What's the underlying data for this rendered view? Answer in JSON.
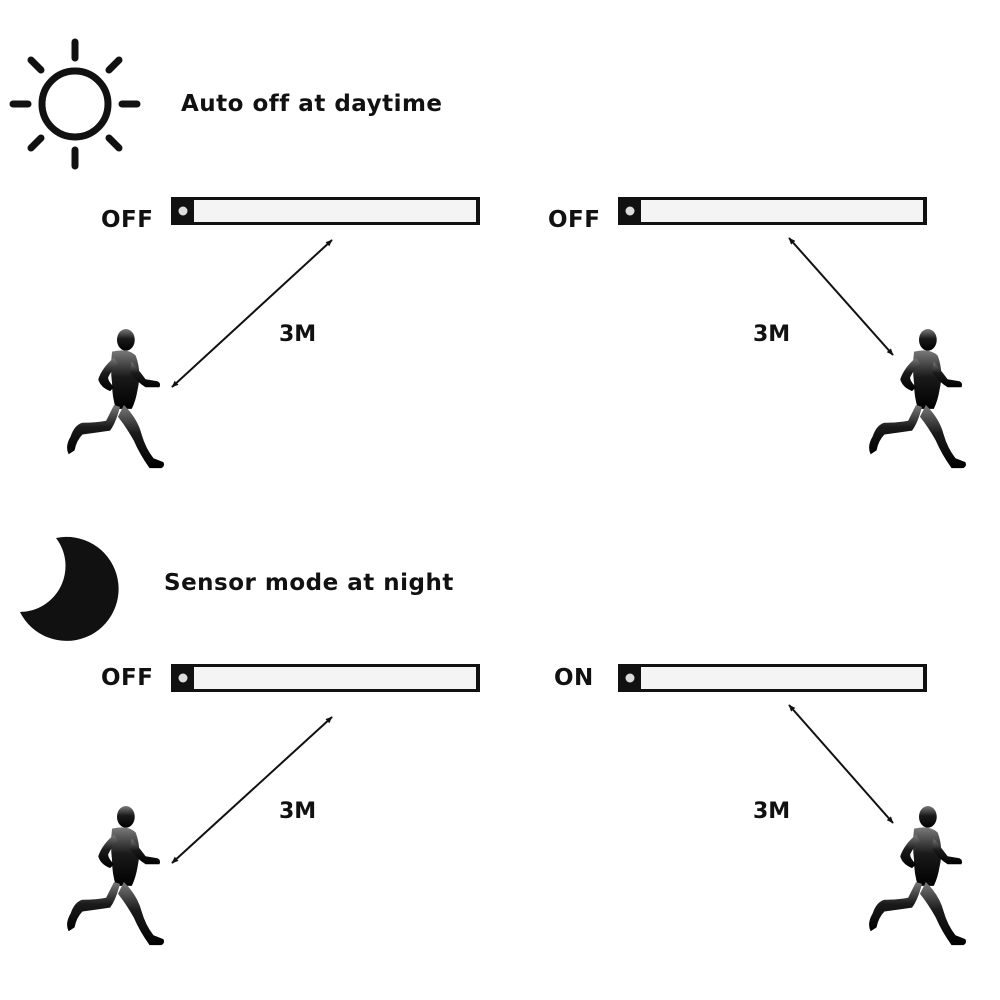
{
  "colors": {
    "ink": "#111111",
    "strip_fill": "#f4f4f4",
    "person_top": "#777777",
    "person_bottom": "#000000"
  },
  "icons": {
    "day": "sun-icon",
    "night": "crescent-moon-icon",
    "light": "led-light-bar-icon",
    "person": "running-person-icon"
  },
  "daytime": {
    "title": "Auto off at daytime",
    "left": {
      "state": "OFF",
      "distance": "3M"
    },
    "right": {
      "state": "OFF",
      "distance": "3M"
    }
  },
  "night": {
    "title": "Sensor mode at night",
    "left": {
      "state": "OFF",
      "distance": "3M"
    },
    "right": {
      "state": "ON",
      "distance": "3M"
    }
  }
}
